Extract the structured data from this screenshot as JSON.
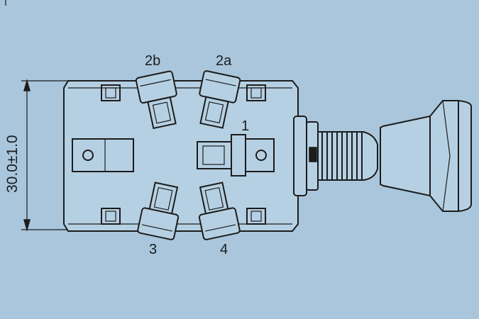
{
  "diagram": {
    "terminal_labels": {
      "t2b": "2b",
      "t2a": "2a",
      "t1": "1",
      "t3": "3",
      "t4": "4"
    },
    "dimension_label": "30.0±1.0",
    "colors": {
      "background": "#a9c6dc",
      "line": "#1c1c1c"
    }
  }
}
